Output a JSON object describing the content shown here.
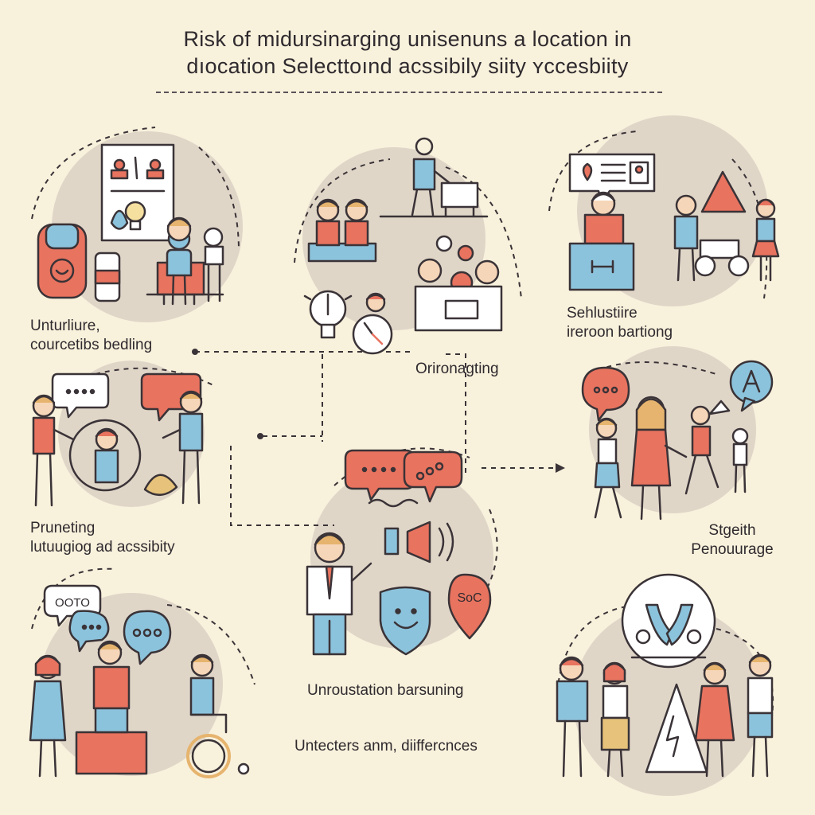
{
  "title": {
    "line1": "Risk of midursinarging unisenuns a location in",
    "line2": "dıocation Selecttoınd acssibily siity ʏccesbiity"
  },
  "sections": [
    {
      "id": "top-left",
      "lines": [
        "Unturliure,",
        "courcetibs bedling"
      ]
    },
    {
      "id": "top-center",
      "lines": [
        "Orironagting"
      ]
    },
    {
      "id": "top-right",
      "lines": [
        "Sehlustiire",
        "ireroon bartiong"
      ]
    },
    {
      "id": "mid-left",
      "lines": [
        "Pruneting",
        "lutuugiog ad acssibity"
      ]
    },
    {
      "id": "mid-right",
      "lines": [
        "Stgeith",
        "Penouurage"
      ]
    },
    {
      "id": "center",
      "lines": [
        "Unroustation barsuning",
        "Untecters anm, diiffercnces"
      ]
    }
  ],
  "bubbles": {
    "oto": "OOTO",
    "soc": "SoC"
  },
  "colors": {
    "background": "#f8f1dc",
    "blob": "#e0d6c8",
    "coral": "#e8735f",
    "blue": "#8cc3dc",
    "skin": "#f6d6b8",
    "hair": "#e6b46e",
    "outline": "#3a3337"
  },
  "icons": [
    "location-pin-icon",
    "lightbulb-icon",
    "clock-icon",
    "speech-bubble-icon",
    "shield-icon",
    "wheelchair-icon",
    "warning-triangle-icon",
    "podium-icon",
    "bench-icon",
    "backpack-icon"
  ]
}
